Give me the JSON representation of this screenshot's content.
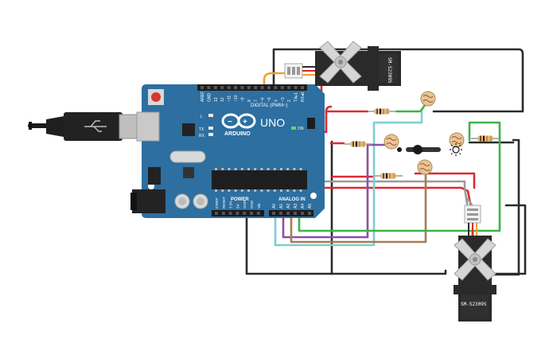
{
  "board": {
    "brand_label": "ARDUINO",
    "model_label": "UNO",
    "digital_header_label": "DIGITAL (PWM~)",
    "power_label": "POWER",
    "analog_label": "ANALOG IN",
    "on_label": "ON",
    "led_l_label": "L",
    "led_tx_label": "TX",
    "led_rx_label": "RX",
    "top_pin_labels": [
      "AREF",
      "GND",
      "13",
      "12",
      "~11",
      "~10",
      "~9",
      "8",
      "7",
      "~6",
      "~5",
      "4",
      "~3",
      "2",
      "TX▸1",
      "RX◂0"
    ],
    "power_pin_labels": [
      "IOREF",
      "RESET",
      "3.3V",
      "5V",
      "GND",
      "GND",
      "Vin"
    ],
    "analog_pin_labels": [
      "A0",
      "A1",
      "A2",
      "A3",
      "A4",
      "A5"
    ]
  },
  "servos": {
    "top_model": "SM-S2309S",
    "bottom_model": "SM-S2309S"
  },
  "colors": {
    "board": "#2d6fa0",
    "board_dark": "#215a86",
    "wire_black": "#2b2b2b",
    "wire_red": "#e0282f",
    "wire_cyan": "#7ccfd0",
    "wire_green": "#3cb44b",
    "wire_purple": "#8a4fa8",
    "wire_brown": "#a57b56",
    "wire_orange": "#f0a030",
    "wire_gray": "#9a9a9a"
  }
}
